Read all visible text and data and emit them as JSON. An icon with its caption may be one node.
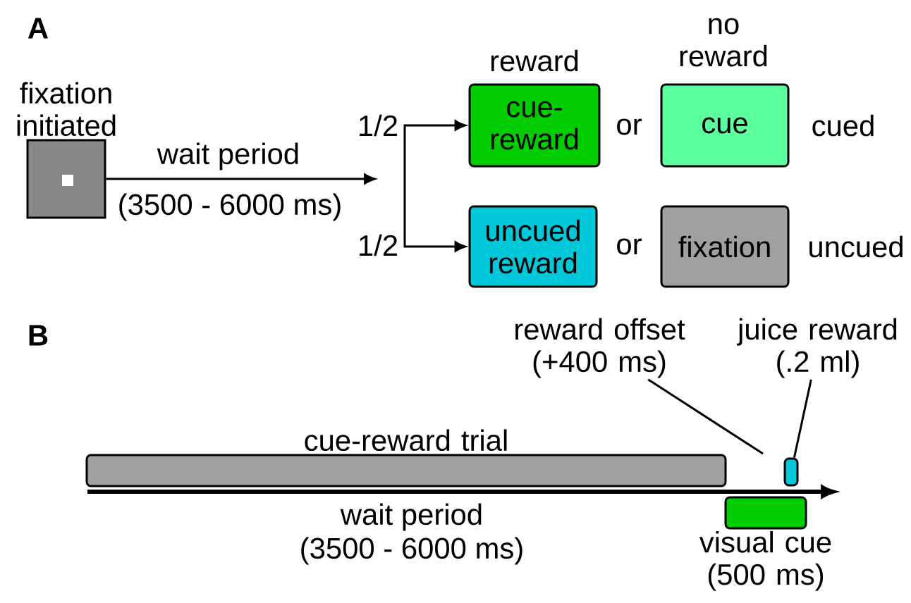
{
  "diagram": {
    "nodes": [
      {
        "text": [
          "fixation initiated"
        ]
      },
      {
        "text": [
          "cue-reward"
        ]
      },
      {
        "text": [
          "cue"
        ]
      },
      {
        "text": [
          "uncued reward"
        ]
      },
      {
        "text": [
          "fixation"
        ]
      },
      {
        "text": [
          "reward offset (+400 ms)"
        ]
      },
      {
        "text": [
          "juice reward (.2 ml)"
        ]
      },
      {
        "text": [
          "cue-reward trial"
        ]
      },
      {
        "text": [],
        "shape": "box"
      },
      {
        "text": [
          "visual cue (500 ms)"
        ]
      }
    ],
    "edges": [
      {
        "from": 0,
        "to": null,
        "arrow": "to",
        "label": "wait period"
      },
      {
        "from": null,
        "to": 1,
        "arrow": "to",
        "label": "1/2"
      },
      {
        "from": null,
        "to": 3,
        "arrow": "to",
        "label": "1/2"
      },
      {
        "from": 5,
        "to": null,
        "arrow": "none"
      },
      {
        "from": 6,
        "to": 8,
        "arrow": "none"
      }
    ],
    "labels": [
      "A",
      "no reward",
      "reward",
      "or",
      "cued",
      "(3500 - 6000 ms)",
      "or",
      "uncued",
      "B",
      "wait period",
      "(3500 - 6000 ms)"
    ]
  }
}
